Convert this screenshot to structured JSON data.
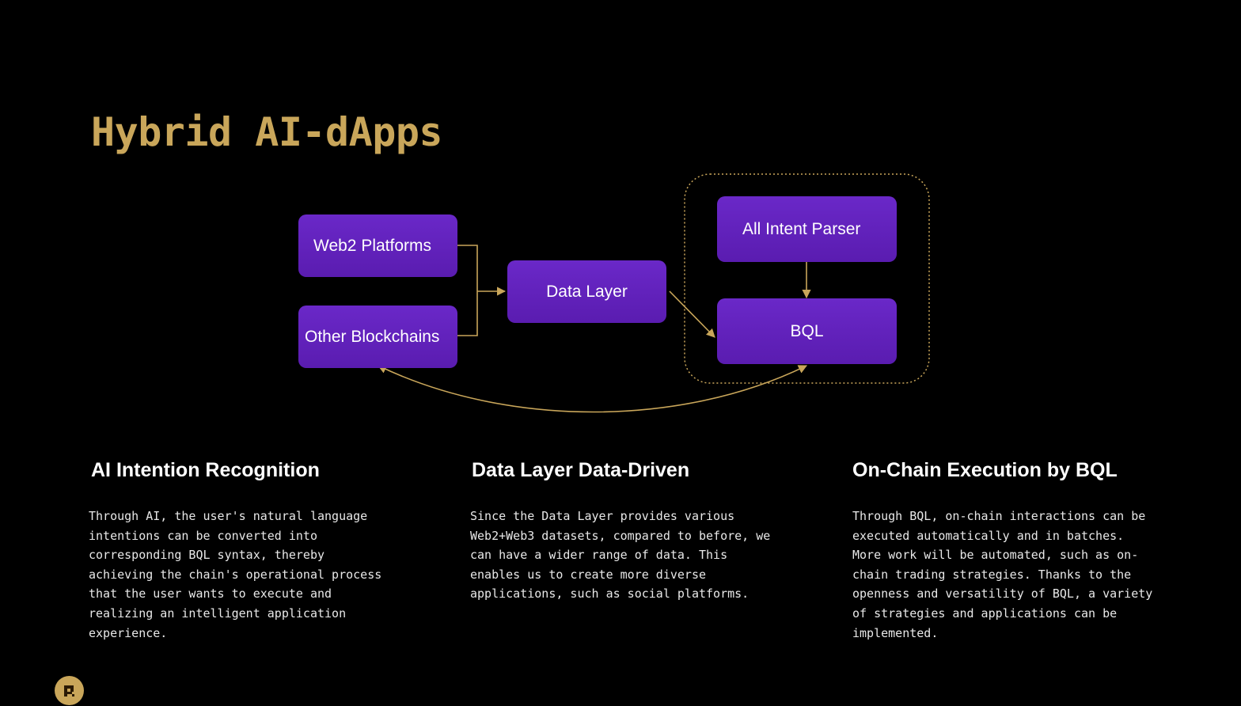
{
  "title": "Hybrid AI-dApps",
  "colors": {
    "accent": "#c9a65a",
    "node": "#5f20bb",
    "background": "#000000"
  },
  "diagram": {
    "nodes": {
      "web2": "Web2 Platforms",
      "other_chains": "Other Blockchains",
      "data_layer": "Data Layer",
      "intent_parser": "All Intent Parser",
      "bql": "BQL"
    }
  },
  "columns": [
    {
      "heading": "AI Intention Recognition",
      "body": "Through AI, the user's natural language\nintentions can be converted into\ncorresponding BQL syntax, thereby\nachieving the chain's operational process\nthat the user wants to execute and\nrealizing an intelligent application\nexperience."
    },
    {
      "heading": "Data Layer Data-Driven",
      "body": "Since the Data Layer provides various\nWeb2+Web3 datasets, compared to before, we\ncan have a wider range of data. This\nenables us to create more diverse\napplications, such as social platforms."
    },
    {
      "heading": "On-Chain Execution by BQL",
      "body": "Through BQL, on-chain interactions can be\nexecuted automatically and in batches.\nMore work will be automated, such as on-\nchain trading strategies. Thanks to the\nopenness and versatility of BQL, a variety\nof strategies and applications can be\nimplemented."
    }
  ],
  "logo_icon": "brand-logo-icon"
}
